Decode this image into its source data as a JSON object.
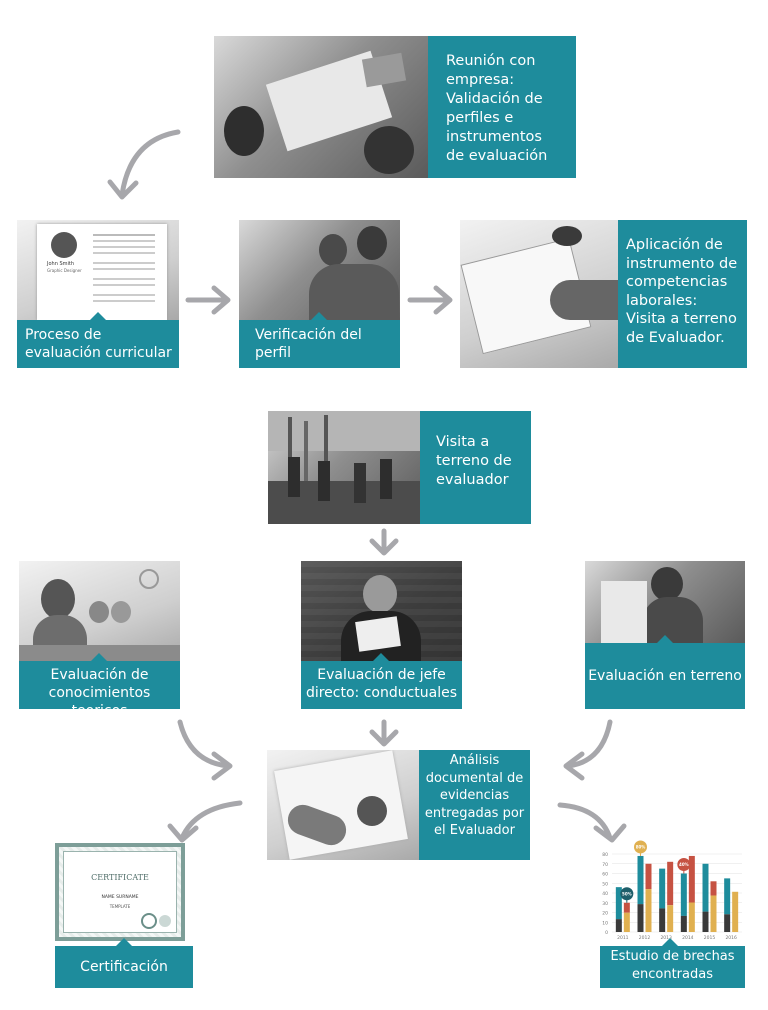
{
  "nodes": {
    "reunion": "Reunión con empresa: Validación de perfiles e instrumentos de evaluación",
    "proceso": "Proceso de evaluación curricular",
    "verificacion": "Verificación del perfil",
    "aplicacion": "Aplicación de instrumento de competencias laborales: Visita a terreno de Evaluador.",
    "visita": "Visita a terreno de evaluador",
    "eval_teoricos": "Evaluación de conocimientos teoricos",
    "eval_jefe": "Evaluación de jefe directo: conductuales",
    "eval_terreno": "Evaluación en terreno",
    "analisis": "Análisis documental de evidencias entregadas por el Evaluador",
    "certificacion": "Certificación",
    "estudio": "Estudio de brechas encontradas"
  },
  "cv_card": {
    "name": "John Smith",
    "role": "Graphic Designer"
  },
  "certificate_card": {
    "title": "CERTIFICATE",
    "name": "NAME SURNAME",
    "sub": "TEMPLATE"
  },
  "chart_data": {
    "type": "bar",
    "categories": [
      "2011",
      "2012",
      "2013",
      "2014",
      "2015",
      "2016"
    ],
    "ylim": [
      0,
      80
    ],
    "ticks": [
      "0",
      "10",
      "20",
      "30",
      "40",
      "50",
      "60",
      "70",
      "80"
    ],
    "series": [
      {
        "color": "#3a3a3a",
        "values": [
          24,
          52,
          44,
          30,
          38,
          33
        ]
      },
      {
        "color": "#1e8c9c",
        "values": [
          46,
          78,
          65,
          60,
          70,
          55
        ]
      },
      {
        "color": "#e0b050",
        "values": [
          36,
          80,
          50,
          55,
          68,
          75
        ]
      },
      {
        "color": "#c65242",
        "values": [
          30,
          70,
          72,
          78,
          52,
          40
        ]
      }
    ],
    "badges": [
      "50%",
      "80%",
      "40%"
    ],
    "badge_colors": [
      "#1e5e6a",
      "#e0b050",
      "#c65242"
    ]
  },
  "colors": {
    "accent": "#1e8c9c",
    "arrow": "#a7a7ab"
  }
}
